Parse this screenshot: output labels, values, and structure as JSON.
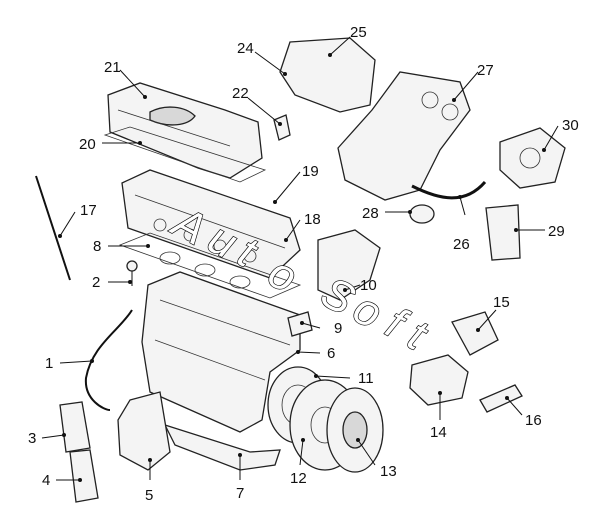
{
  "callouts": [
    "1",
    "2",
    "3",
    "4",
    "5",
    "6",
    "7",
    "8",
    "9",
    "10",
    "11",
    "12",
    "13",
    "14",
    "15",
    "16",
    "17",
    "18",
    "19",
    "20",
    "21",
    "22",
    "24",
    "25",
    "26",
    "27",
    "28",
    "29",
    "30"
  ],
  "watermark": {
    "letters": [
      "A",
      "u",
      "t",
      "o",
      "S",
      "o",
      "f",
      "t"
    ]
  }
}
